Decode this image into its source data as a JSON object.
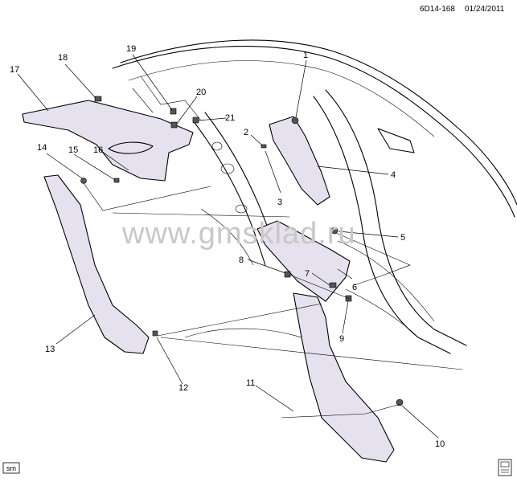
{
  "header": {
    "code": "6D14-168",
    "date": "01/24/2011"
  },
  "watermark": "www.gmsklad.ru",
  "footer": {
    "tag": "sm"
  },
  "callouts": [
    "1",
    "2",
    "3",
    "4",
    "5",
    "6",
    "7",
    "8",
    "9",
    "10",
    "11",
    "12",
    "13",
    "14",
    "15",
    "16",
    "17",
    "18",
    "19",
    "20",
    "21"
  ],
  "colors": {
    "trim_fill": "#e6e1ee",
    "line": "#000000",
    "watermark": "#c8c8c8"
  }
}
